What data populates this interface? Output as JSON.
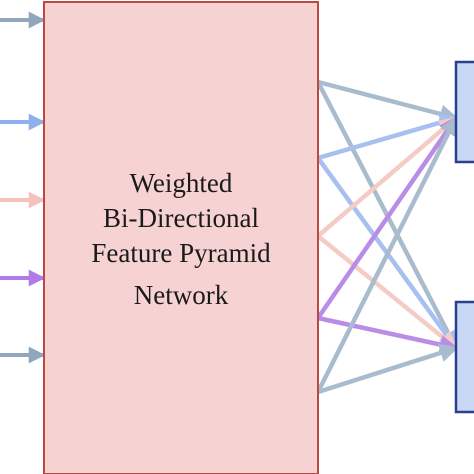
{
  "bifpn_block": {
    "label_lines": [
      "Weighted",
      "Bi-Directional",
      "Feature Pyramid",
      "Network"
    ],
    "fill": "#f7d2d2",
    "stroke": "#b84a42"
  },
  "input_arrows": [
    {
      "color": "#8fa6bd"
    },
    {
      "color": "#8fb0ea"
    },
    {
      "color": "#f4c4bc"
    },
    {
      "color": "#b07be6"
    },
    {
      "color": "#8fa6bd"
    }
  ],
  "output_blocks": [
    {
      "fill": "#c9d8f5",
      "stroke": "#2a3f8f"
    },
    {
      "fill": "#c9d8f5",
      "stroke": "#2a3f8f"
    }
  ],
  "connections": [
    {
      "color": "#a9bccd"
    },
    {
      "color": "#a8c0ef"
    },
    {
      "color": "#f4ccc5"
    },
    {
      "color": "#b98ce8"
    },
    {
      "color": "#a9bccd"
    }
  ]
}
